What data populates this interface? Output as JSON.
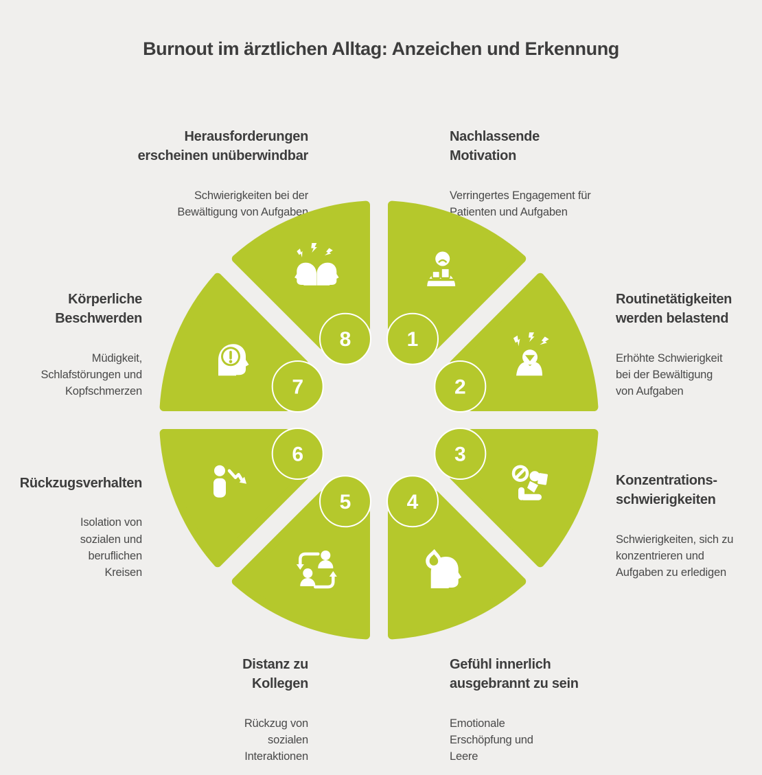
{
  "title": "Burnout im ärztlichen Alltag: Anzeichen und Erkennung",
  "colors": {
    "green": "#b5c82c",
    "bg": "#f0efed",
    "text-dark": "#3d3d3d",
    "text-body": "#494949",
    "white": "#ffffff"
  },
  "diagram": {
    "type": "circular-8-segment-wheel",
    "items": [
      {
        "number": "1",
        "title": "Nachlassende\nMotivation",
        "description": "Verringertes Engagement für\nPatienten und Aufgaben",
        "icon": "demotivated-person-at-desk-icon"
      },
      {
        "number": "2",
        "title": "Routinetätigkeiten\nwerden belastend",
        "description": "Erhöhte Schwierigkeit\nbei der Bewältigung\nvon Aufgaben",
        "icon": "stressed-person-icon"
      },
      {
        "number": "3",
        "title": "Konzentrations-\nschwierigkeiten",
        "description": "Schwierigkeiten, sich zu\nkonzentrieren und\nAufgaben zu erledigen",
        "icon": "no-focus-person-icon"
      },
      {
        "number": "4",
        "title": "Gefühl innerlich\nausgebrannt zu sein",
        "description": "Emotionale\nErschöpfung und\nLeere",
        "icon": "burnout-flame-head-icon"
      },
      {
        "number": "5",
        "title": "Distanz zu\nKollegen",
        "description": "Rückzug von\nsozialen\nInteraktionen",
        "icon": "social-exchange-icon"
      },
      {
        "number": "6",
        "title": "Rückzugsverhalten",
        "description": "Isolation von\nsozialen und\nberuflichen\nKreisen",
        "icon": "person-decline-arrow-icon"
      },
      {
        "number": "7",
        "title": "Körperliche\nBeschwerden",
        "description": "Müdigkeit,\nSchlafstörungen und\nKopfschmerzen",
        "icon": "head-alert-icon"
      },
      {
        "number": "8",
        "title": "Herausforderungen\nerscheinen unüberwindbar",
        "description": "Schwierigkeiten bei der\nBewältigung von Aufgaben",
        "icon": "conflict-heads-icon"
      }
    ]
  }
}
